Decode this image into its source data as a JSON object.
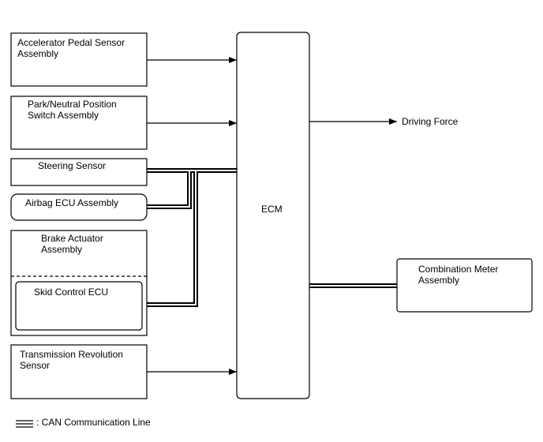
{
  "components": {
    "accelerator_pedal_sensor": [
      "Accelerator Pedal Sensor",
      "Assembly"
    ],
    "park_neutral_switch": [
      "Park/Neutral Position",
      "Switch Assembly"
    ],
    "steering_sensor": [
      "Steering Sensor"
    ],
    "airbag_ecu": [
      "Airbag ECU Assembly"
    ],
    "brake_actuator": [
      "Brake Actuator",
      "Assembly"
    ],
    "skid_control_ecu": [
      "Skid Control ECU"
    ],
    "transmission_revolution_sensor": [
      "Transmission Revolution",
      "Sensor"
    ],
    "ecm": [
      "ECM"
    ],
    "combination_meter": [
      "Combination Meter",
      "Assembly"
    ]
  },
  "outputs": {
    "driving_force": "Driving Force"
  },
  "legend": {
    "can_line": ": CAN Communication Line"
  }
}
